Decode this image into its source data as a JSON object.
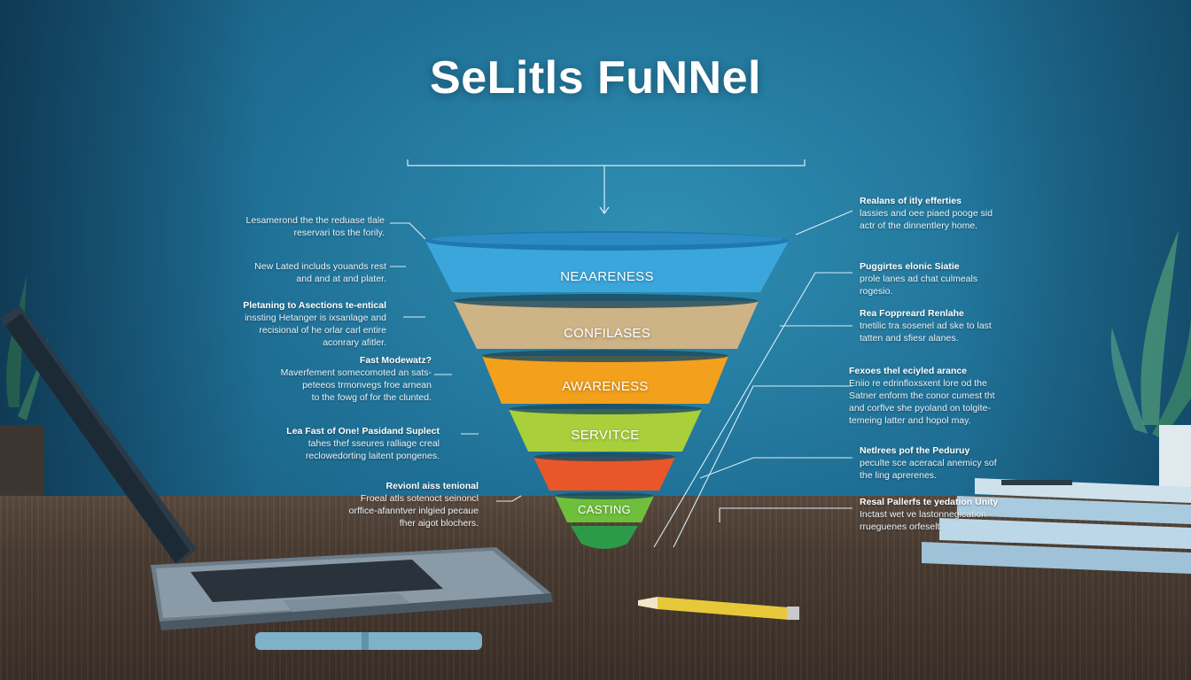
{
  "title": "SeLitls FuNNel",
  "colors": {
    "band_blue": "#3aa6dc",
    "band_tan": "#cdb386",
    "band_orange": "#f3a01c",
    "band_lime": "#a9cf3a",
    "band_red": "#e8562a",
    "band_green": "#6fbf3c",
    "tip_green": "#2d9a4a"
  },
  "funnel": {
    "bands": [
      {
        "label": "NEAARENESS",
        "color": "#3aa6dc"
      },
      {
        "label": "CONFILASES",
        "color": "#cdb386"
      },
      {
        "label": "AWARENESS",
        "color": "#f3a01c"
      },
      {
        "label": "SERVITCE",
        "color": "#a9cf3a"
      },
      {
        "label": "",
        "color": "#e8562a"
      },
      {
        "label": "CASTING",
        "color": "#6fbf3c"
      },
      {
        "label": "",
        "color": "#2d9a4a"
      }
    ]
  },
  "left_notes": [
    {
      "heading": "",
      "lines": [
        "Lesamerond the the reduase tlale",
        "reservari tos the forily."
      ]
    },
    {
      "heading": "",
      "lines": [
        "New Lated includs youands rest",
        "and and at and plater."
      ]
    },
    {
      "heading": "",
      "lines": [
        "Pletaning to Asections te-entical",
        "inssting Hetanger is ixsanlage and",
        "recisional of he orlar carl entire",
        "aconrary afitler."
      ]
    },
    {
      "heading": "Fast Modewatz?",
      "lines": [
        "Maverfement somecomoted an sats-",
        "peteeos trmonvegs froe arnean",
        "to the fowg of for the clunted."
      ]
    },
    {
      "heading": "",
      "lines": [
        "Lea Fast of One! Pasidand Suplect",
        "tahes thef sseures ralliage creal",
        "reclowedorting laitent pongenes."
      ]
    },
    {
      "heading": "Revionl aiss tenional",
      "lines": [
        "Froeal atls sotenoct seinoncl",
        "orffice-afanntver inlgied pecaue",
        "fher aigot blochers."
      ]
    }
  ],
  "right_notes": [
    {
      "heading": "Realans of itly efferties",
      "lines": [
        "lassies and oee piaed pooge sid",
        "actr of the dinnentlery home."
      ]
    },
    {
      "heading": "Puggirtes elonic Siatie",
      "lines": [
        "prole lanes ad chat culmeals",
        "rogesio."
      ]
    },
    {
      "heading": "Rea Foppreard Renlahe",
      "lines": [
        "tnetilic tra sosenel ad ske to last",
        "tatten and sfiesr alanes."
      ]
    },
    {
      "heading": "Fexoes thel eciyled arance",
      "lines": [
        "Eniio re edrinfloxsxent lore od the",
        "Satner enform the conor cumest tht",
        "and corflve she pyoland on tolgite-",
        "temeing latter and hopol may."
      ]
    },
    {
      "heading": "Netlrees pof the Peduruy",
      "lines": [
        "peculte sce aceracal anemicy sof",
        "the ling aprerenes."
      ]
    },
    {
      "heading": "Resal Pallerfs te yedation Unity",
      "lines": [
        "Inctast wet ve lastonnegication",
        "rrueguenes orfeselt."
      ]
    }
  ]
}
